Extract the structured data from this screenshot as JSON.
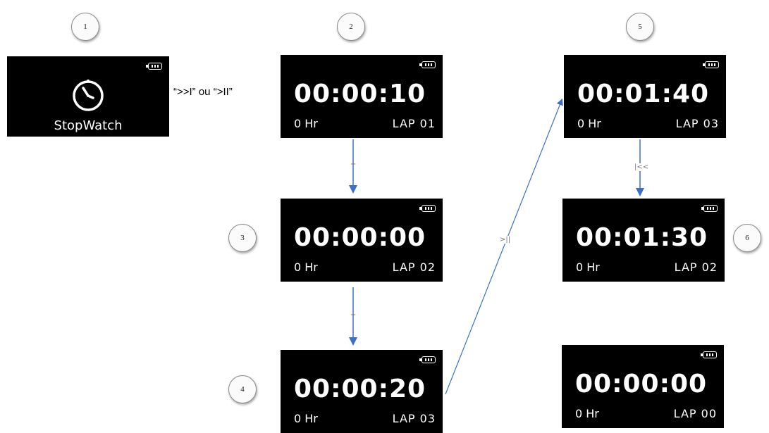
{
  "steps": {
    "s1": "1",
    "s2": "2",
    "s3": "3",
    "s4": "4",
    "s5": "5",
    "s6": "6"
  },
  "transition_main": "“>>I” ou “>II”",
  "arrow_labels": {
    "a23": "+",
    "a34": "+",
    "a45": ">||",
    "a56": "|<<"
  },
  "stopwatch_screen": {
    "label": "StopWatch",
    "icon": "stopwatch-icon"
  },
  "screens": {
    "s2": {
      "time": "00:00:10",
      "hours": "0 Hr",
      "lap": "LAP 01"
    },
    "s3": {
      "time": "00:00:00",
      "hours": "0 Hr",
      "lap": "LAP 02"
    },
    "s4": {
      "time": "00:00:20",
      "hours": "0 Hr",
      "lap": "LAP 03"
    },
    "s5": {
      "time": "00:01:40",
      "hours": "0 Hr",
      "lap": "LAP 03"
    },
    "s6": {
      "time": "00:01:30",
      "hours": "0 Hr",
      "lap": "LAP 02"
    },
    "reset": {
      "time": "00:00:00",
      "hours": "0 Hr",
      "lap": "LAP 00"
    }
  },
  "colors": {
    "arrow": "#3d6fc9",
    "screen_bg": "#000000",
    "screen_text": "#ffffff"
  }
}
